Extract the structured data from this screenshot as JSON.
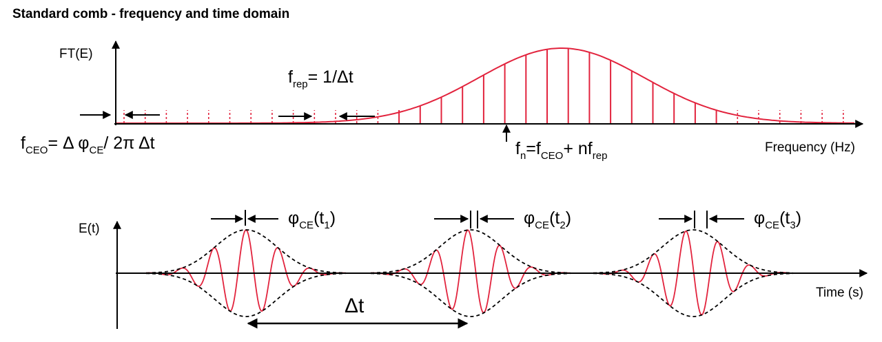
{
  "title": "Standard comb - frequency and time domain",
  "top_panel": {
    "y_axis_label": "FT(E)",
    "x_axis_label": "Frequency (Hz)",
    "frep_label": {
      "main": "f",
      "sub": "rep",
      "rest": "= 1/Δt"
    },
    "fceo_label": {
      "main": "f",
      "sub": "CEO",
      "rest": "= Δ φ",
      "sub2": "CE",
      "rest2": "/ 2π Δt"
    },
    "fn_label": {
      "f": "f",
      "n": "n",
      "eq": "=f",
      "ceo": "CEO",
      "plus": "+ nf",
      "rep": "rep"
    },
    "colors": {
      "comb": "#e2233d",
      "axis": "#000000"
    }
  },
  "bottom_panel": {
    "y_axis_label": "E(t)",
    "x_axis_label": "Time (s)",
    "delta_t_label": "Δt",
    "phase_labels": [
      {
        "phi": "φ",
        "sub": "CE",
        "open": "(t",
        "idx": "1",
        "close": ")"
      },
      {
        "phi": "φ",
        "sub": "CE",
        "open": "(t",
        "idx": "2",
        "close": ")"
      },
      {
        "phi": "φ",
        "sub": "CE",
        "open": "(t",
        "idx": "3",
        "close": ")"
      }
    ],
    "colors": {
      "carrier": "#e2233d",
      "envelope": "#000000"
    }
  }
}
